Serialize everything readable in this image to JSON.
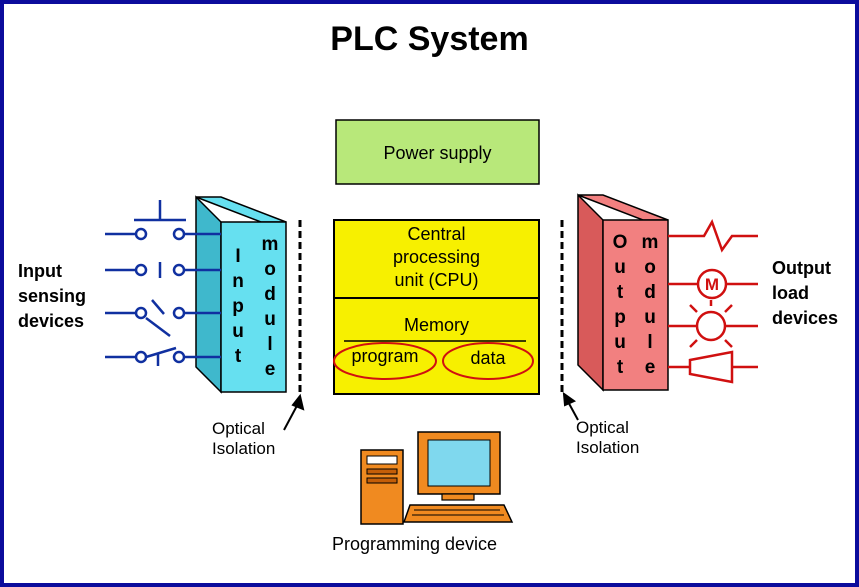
{
  "title": "PLC System",
  "power_supply": "Power supply",
  "cpu": {
    "line1": "Central",
    "line2": "processing",
    "line3": "unit (CPU)"
  },
  "memory": {
    "label": "Memory",
    "program": "program",
    "data": "data"
  },
  "input_module": {
    "col1": [
      "I",
      "n",
      "p",
      "u",
      "t"
    ],
    "col2": [
      "m",
      "o",
      "d",
      "u",
      "l",
      "e"
    ]
  },
  "output_module": {
    "col1": [
      "O",
      "u",
      "t",
      "p",
      "u",
      "t"
    ],
    "col2": [
      "m",
      "o",
      "d",
      "u",
      "l",
      "e"
    ]
  },
  "input_devices": {
    "line1": "Input",
    "line2": "sensing",
    "line3": "devices"
  },
  "output_devices": {
    "line1": "Output",
    "line2": "load",
    "line3": "devices"
  },
  "optical_left": {
    "line1": "Optical",
    "line2": "Isolation"
  },
  "optical_right": {
    "line1": "Optical",
    "line2": "Isolation"
  },
  "programming_device": "Programming device",
  "motor_symbol": "M",
  "colors": {
    "border": "#0c0c9c",
    "power": "#b8e87a",
    "cpu": "#f7f000",
    "input_module": "#66e0f0",
    "output_module": "#f28080",
    "input_wiring": "#1030a0",
    "output_wiring": "#d01010",
    "computer": "#f08a20",
    "screen": "#7fd8ee"
  }
}
